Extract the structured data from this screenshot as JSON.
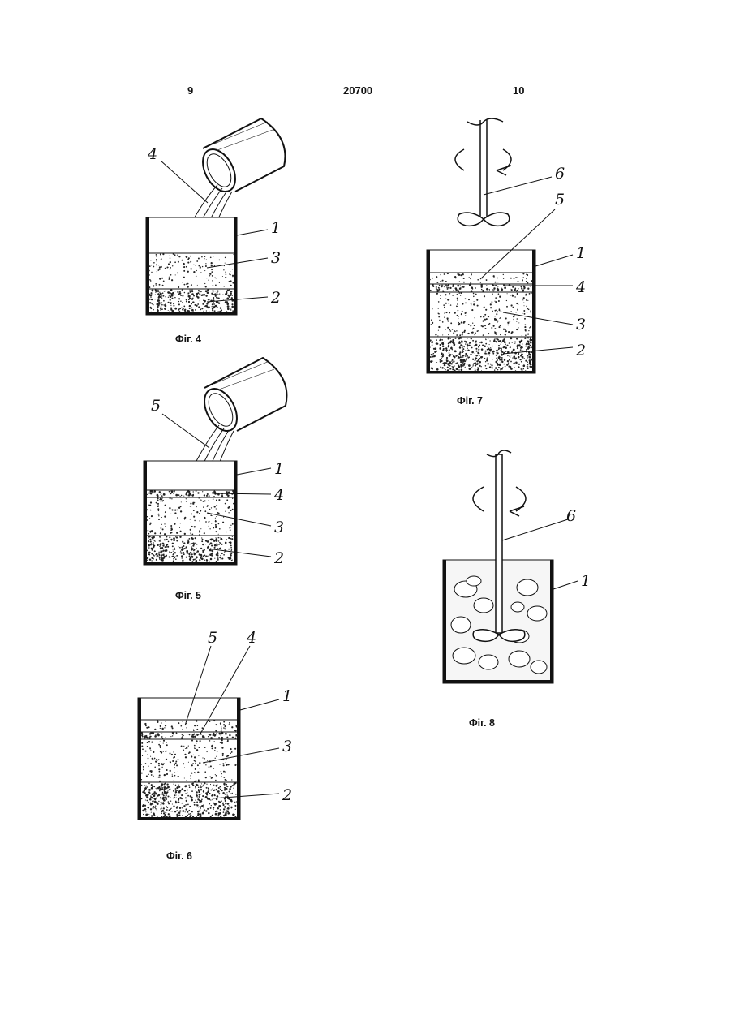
{
  "header": {
    "page_left": "9",
    "patent_number": "20700",
    "page_right": "10"
  },
  "figures": [
    {
      "id": "fig4",
      "caption": "Фіг. 4",
      "labels": [
        "4",
        "1",
        "3",
        "2"
      ]
    },
    {
      "id": "fig5",
      "caption": "Фіг. 5",
      "labels": [
        "5",
        "1",
        "4",
        "3",
        "2"
      ]
    },
    {
      "id": "fig6",
      "caption": "Фіг. 6",
      "labels": [
        "5",
        "4",
        "1",
        "3",
        "2"
      ]
    },
    {
      "id": "fig7",
      "caption": "Фіг. 7",
      "labels": [
        "6",
        "5",
        "1",
        "4",
        "3",
        "2"
      ]
    },
    {
      "id": "fig8",
      "caption": "Фіг. 8",
      "labels": [
        "6",
        "1"
      ]
    }
  ]
}
